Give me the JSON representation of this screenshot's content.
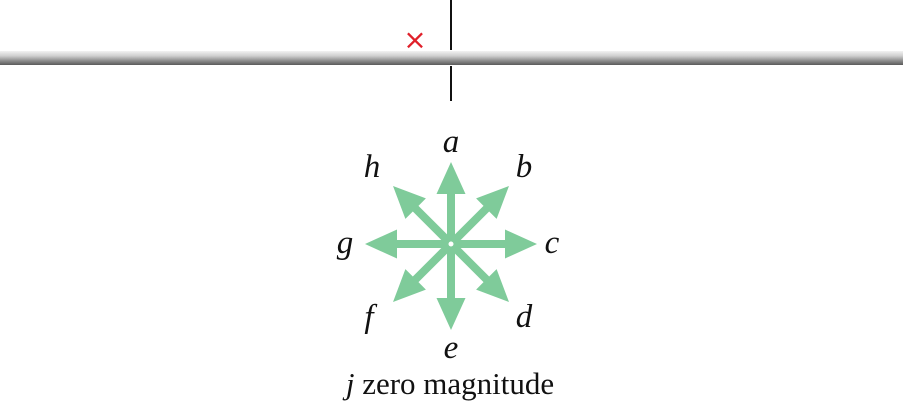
{
  "marker": {
    "symbol": "×",
    "color": "#e0202a"
  },
  "wire": {
    "color": "#8a8a8a"
  },
  "arrows": {
    "color": "#7fcb9a",
    "labels": {
      "a": "a",
      "b": "b",
      "c": "c",
      "d": "d",
      "e": "e",
      "f": "f",
      "g": "g",
      "h": "h"
    }
  },
  "caption": {
    "letter": "j",
    "text": " zero magnitude"
  }
}
